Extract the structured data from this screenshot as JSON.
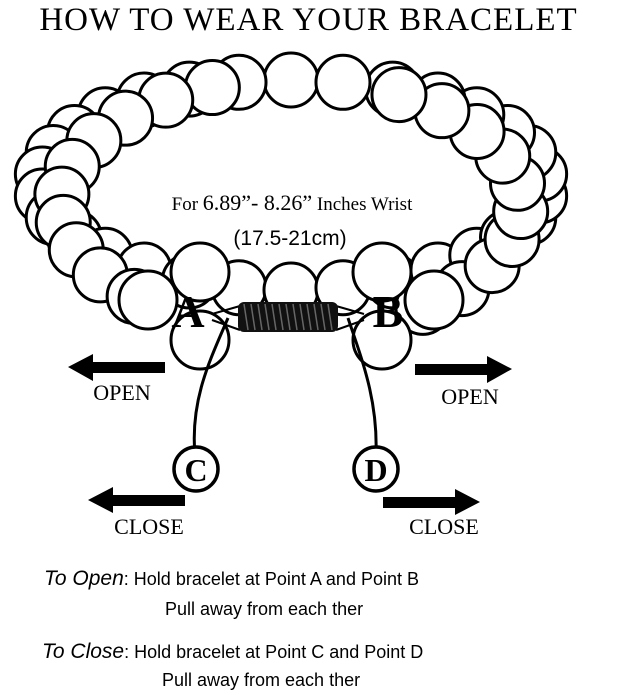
{
  "title": "HOW TO WEAR YOUR BRACELET",
  "size_note": {
    "prefix": "For ",
    "range": "6.89”- 8.26”",
    "suffix": " Inches Wrist",
    "metric": "(17.5-21cm)"
  },
  "points": {
    "a": "A",
    "b": "B",
    "c": "C",
    "d": "D"
  },
  "arrows": {
    "open_left": "OPEN",
    "open_right": "OPEN",
    "close_left": "CLOSE",
    "close_right": "CLOSE"
  },
  "instructions": {
    "open": {
      "label": "To Open",
      "text": ": Hold bracelet at Point A and Point B",
      "line2": "Pull away from each ther"
    },
    "close": {
      "label": "To Close",
      "text": ": Hold bracelet at Point C and Point D",
      "line2": "Pull away from each ther"
    }
  }
}
